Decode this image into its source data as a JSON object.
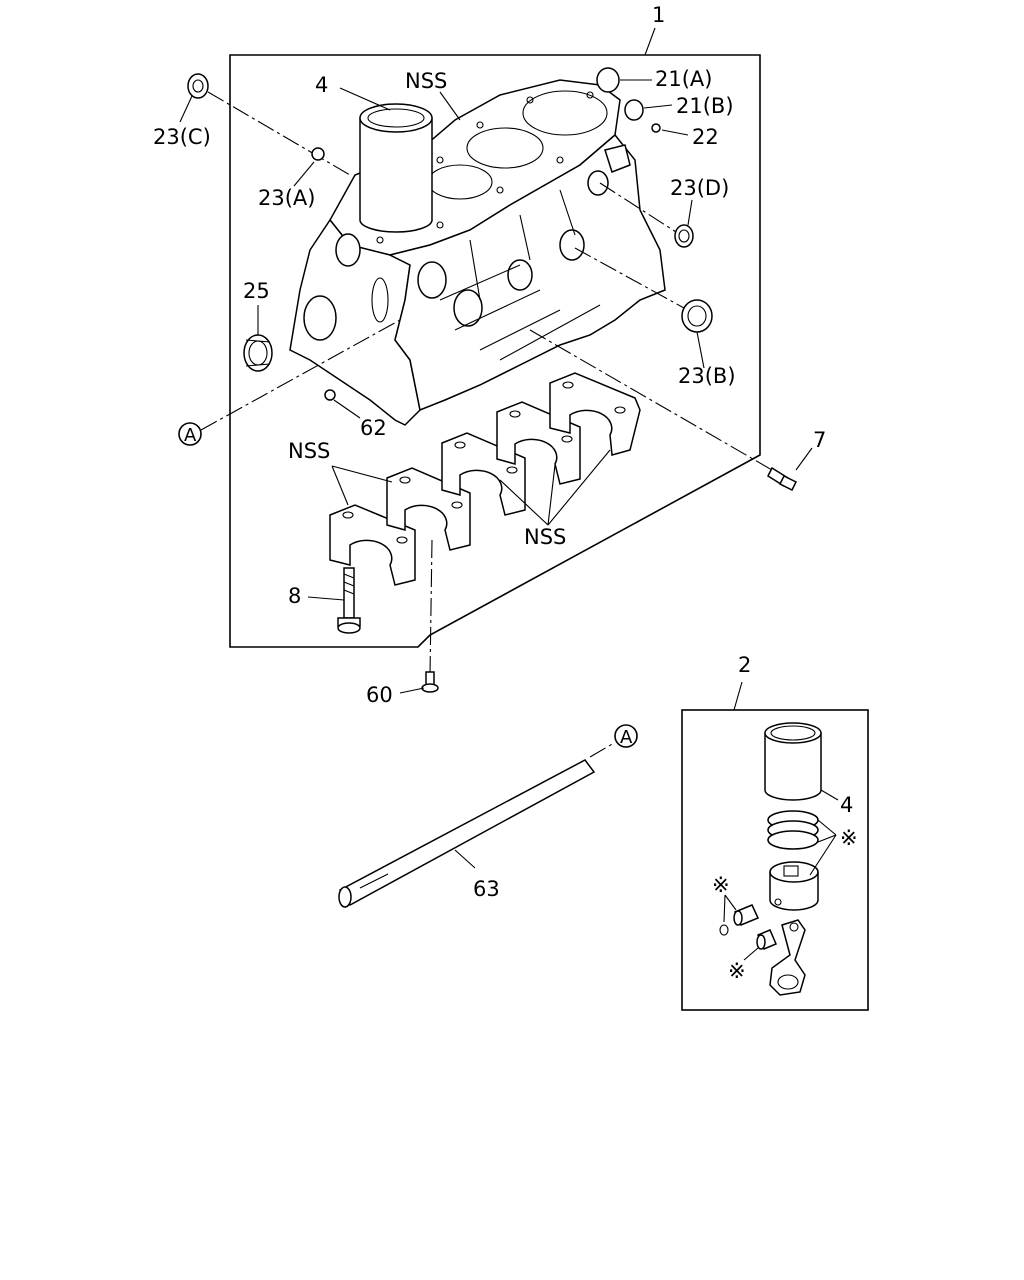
{
  "diagram": {
    "callouts": {
      "c1": "1",
      "c2": "2",
      "c4_top": "4",
      "c4_kit": "4",
      "c7": "7",
      "c8": "8",
      "c21a": "21(A)",
      "c21b": "21(B)",
      "c22": "22",
      "c23a": "23(A)",
      "c23b": "23(B)",
      "c23c": "23(C)",
      "c23d": "23(D)",
      "c25": "25",
      "c60": "60",
      "c62": "62",
      "c63": "63",
      "nss_top": "NSS",
      "nss_caps_left": "NSS",
      "nss_caps_right": "NSS",
      "ref_a_left": "A",
      "ref_a_right": "A",
      "star_1": "※",
      "star_2": "※",
      "star_3": "※"
    }
  }
}
